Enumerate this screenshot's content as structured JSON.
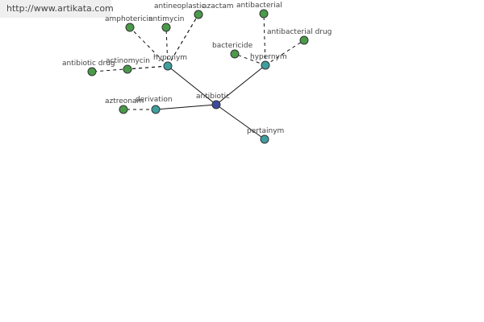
{
  "watermark": {
    "text": "http://www.artikata.com"
  },
  "colors": {
    "center": "#3d4aa0",
    "relation": "#3f9f9f",
    "leaf": "#4a9a4a",
    "edge": "#111111"
  },
  "graph": {
    "center": {
      "id": "antibiotic",
      "label": "antibiotic"
    },
    "relations": [
      {
        "id": "derivation",
        "label": "derivation"
      },
      {
        "id": "hyponym",
        "label": "hyponym"
      },
      {
        "id": "hypernym",
        "label": "hypernym"
      },
      {
        "id": "pertainym",
        "label": "pertainym"
      }
    ],
    "leaves": [
      {
        "id": "aztreonam",
        "label": "aztreonam",
        "relation": "derivation"
      },
      {
        "id": "amphotericin",
        "label": "amphotericin",
        "relation": "hyponym"
      },
      {
        "id": "antimycin",
        "label": "antimycin",
        "relation": "hyponym"
      },
      {
        "id": "antineoplastic",
        "label": "antineoplastic",
        "relation": "hyponym"
      },
      {
        "id": "azactam",
        "label": "azactam",
        "relation": "hyponym"
      },
      {
        "id": "antibiotic-drug",
        "label": "antibiotic drug",
        "relation": "hyponym"
      },
      {
        "id": "actinomycin",
        "label": "actinomycin",
        "relation": "hyponym"
      },
      {
        "id": "bactericide",
        "label": "bactericide",
        "relation": "hypernym"
      },
      {
        "id": "antibacterial",
        "label": "antibacterial",
        "relation": "hypernym"
      },
      {
        "id": "antibacterial-drug",
        "label": "antibacterial drug",
        "relation": "hypernym"
      }
    ]
  }
}
